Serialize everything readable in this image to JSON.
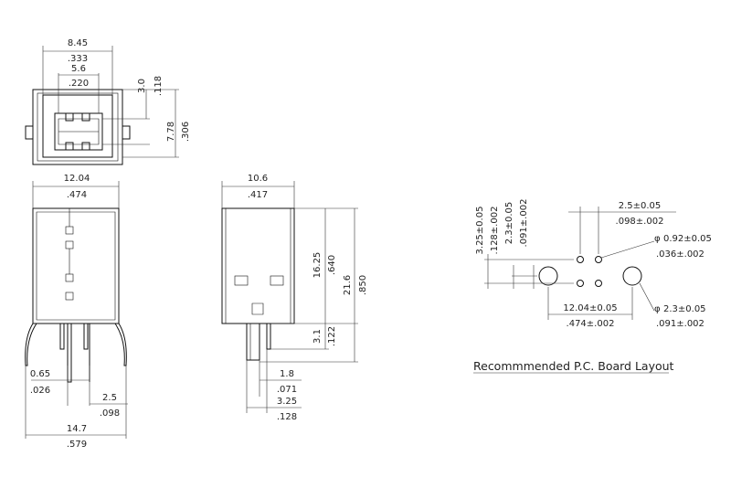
{
  "front_view": {
    "dims": {
      "width_mm": "8.45",
      "width_in": ".333",
      "inner_mm": "5.6",
      "inner_in": ".220",
      "top_mm": "3.0",
      "top_in": ".118",
      "height_mm": "7.78",
      "height_in": ".306"
    }
  },
  "side_view_a": {
    "dims": {
      "width_mm": "12.04",
      "width_in": ".474",
      "pin_mm": "0.65",
      "pin_in": ".026",
      "pitch_mm": "2.5",
      "pitch_in": ".098",
      "overall_mm": "14.7",
      "overall_in": ".579"
    }
  },
  "side_view_b": {
    "dims": {
      "width_mm": "10.6",
      "width_in": ".417",
      "body_mm": "16.25",
      "body_in": ".640",
      "total_mm": "21.6",
      "total_in": ".850",
      "pin_len_mm": "3.1",
      "pin_len_in": ".122",
      "pin_w_mm": "1.8",
      "pin_w_in": ".071",
      "pin_off_mm": "3.25",
      "pin_off_in": ".128"
    }
  },
  "board_layout": {
    "dims": {
      "v1_mm": "3.25±0.05",
      "v1_in": ".128±.002",
      "v2_mm": "2.3±0.05",
      "v2_in": ".091±.002",
      "pitch_mm": "2.5±0.05",
      "pitch_in": ".098±.002",
      "hole_small_mm": "0.92±0.05",
      "hole_small_in": ".036±.002",
      "span_mm": "12.04±0.05",
      "span_in": ".474±.002",
      "hole_large_mm": "2.3±0.05",
      "hole_large_in": ".091±.002",
      "phi_symbol": "φ"
    },
    "caption": "Recommmended P.C. Board Layout"
  }
}
